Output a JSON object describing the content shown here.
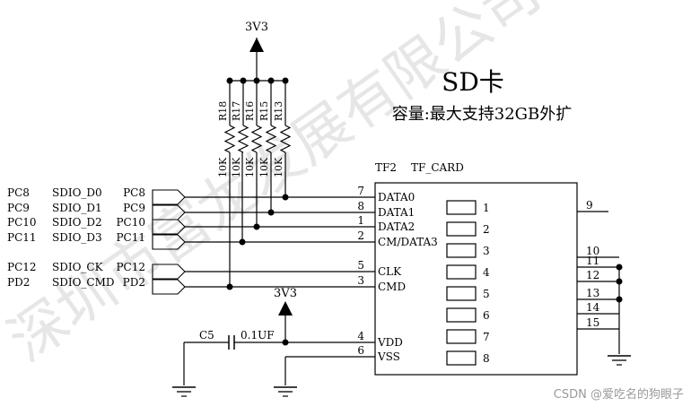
{
  "title": "SD卡",
  "subtitle": "容量:最大支持32GB外扩",
  "chip": {
    "ref": "TF2",
    "part": "TF_CARD",
    "pads": [
      "1",
      "2",
      "3",
      "4",
      "5",
      "6",
      "7",
      "8"
    ],
    "pins_left": [
      {
        "num": "7",
        "name": "DATA0"
      },
      {
        "num": "8",
        "name": "DATA1"
      },
      {
        "num": "1",
        "name": "DATA2"
      },
      {
        "num": "2",
        "name": "CM/DATA3"
      },
      {
        "num": "5",
        "name": "CLK"
      },
      {
        "num": "3",
        "name": "CMD"
      },
      {
        "num": "4",
        "name": "VDD"
      },
      {
        "num": "6",
        "name": "VSS"
      }
    ],
    "pins_right": [
      "9",
      "10",
      "11",
      "12",
      "13",
      "14",
      "15"
    ]
  },
  "power": {
    "top": "3V3",
    "mid": "3V3"
  },
  "resistors": {
    "refs": [
      "R18",
      "R17",
      "R16",
      "R15",
      "R13"
    ],
    "values": [
      "10K",
      "10K",
      "10K",
      "10K",
      "10K"
    ]
  },
  "capacitor": {
    "ref": "C5",
    "value": "0.1UF"
  },
  "signals": [
    {
      "port": "PC8",
      "net": "SDIO_D0",
      "tag": "PC8"
    },
    {
      "port": "PC9",
      "net": "SDIO_D1",
      "tag": "PC9"
    },
    {
      "port": "PC10",
      "net": "SDIO_D2",
      "tag": "PC10"
    },
    {
      "port": "PC11",
      "net": "SDIO_D3",
      "tag": "PC11"
    },
    {
      "port": "PC12",
      "net": "SDIO_CK",
      "tag": "PC12"
    },
    {
      "port": "PD2",
      "net": "SDIO_CMD",
      "tag": "PD2"
    }
  ],
  "watermark": "深圳市富龙发展有限公司",
  "credit": "CSDN @爱吃名的狗眼子"
}
